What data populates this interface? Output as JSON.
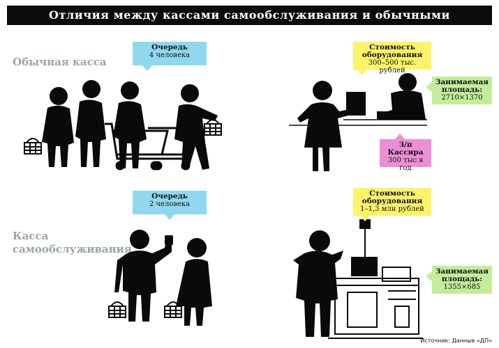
{
  "title": "Отличия между кассами самообслуживания и обычными",
  "sections": {
    "regular": {
      "label": "Обычная касса",
      "queue": {
        "title": "Очередь",
        "value": "4 человека"
      },
      "equipment": {
        "title_line1": "Стоимость",
        "title_line2": "оборудования",
        "value": "300–500 тыс. рублей"
      },
      "area": {
        "title_line1": "Занимаемая",
        "title_line2": "площадь:",
        "value": "2710×1370"
      },
      "salary": {
        "title_line1": "З/п",
        "title_line2": "Кассира",
        "value": "300 тыс в год"
      }
    },
    "self": {
      "label_line1": "Касса",
      "label_line2": "самообслуживания",
      "queue": {
        "title": "Очередь",
        "value": "2 человека"
      },
      "equipment": {
        "title_line1": "Стоимость",
        "title_line2": "оборудования",
        "value": "1–1,3 млн рублей"
      },
      "area": {
        "title_line1": "Занимаемая",
        "title_line2": "площадь:",
        "value": "1355×685"
      }
    }
  },
  "source": "Источник: Данные «ДП»",
  "colors": {
    "blue": "#8fd8ee",
    "yellow": "#fbf36b",
    "green": "#c4ec9b",
    "pink": "#ec8ed6",
    "banner": "#0b0b0b"
  }
}
